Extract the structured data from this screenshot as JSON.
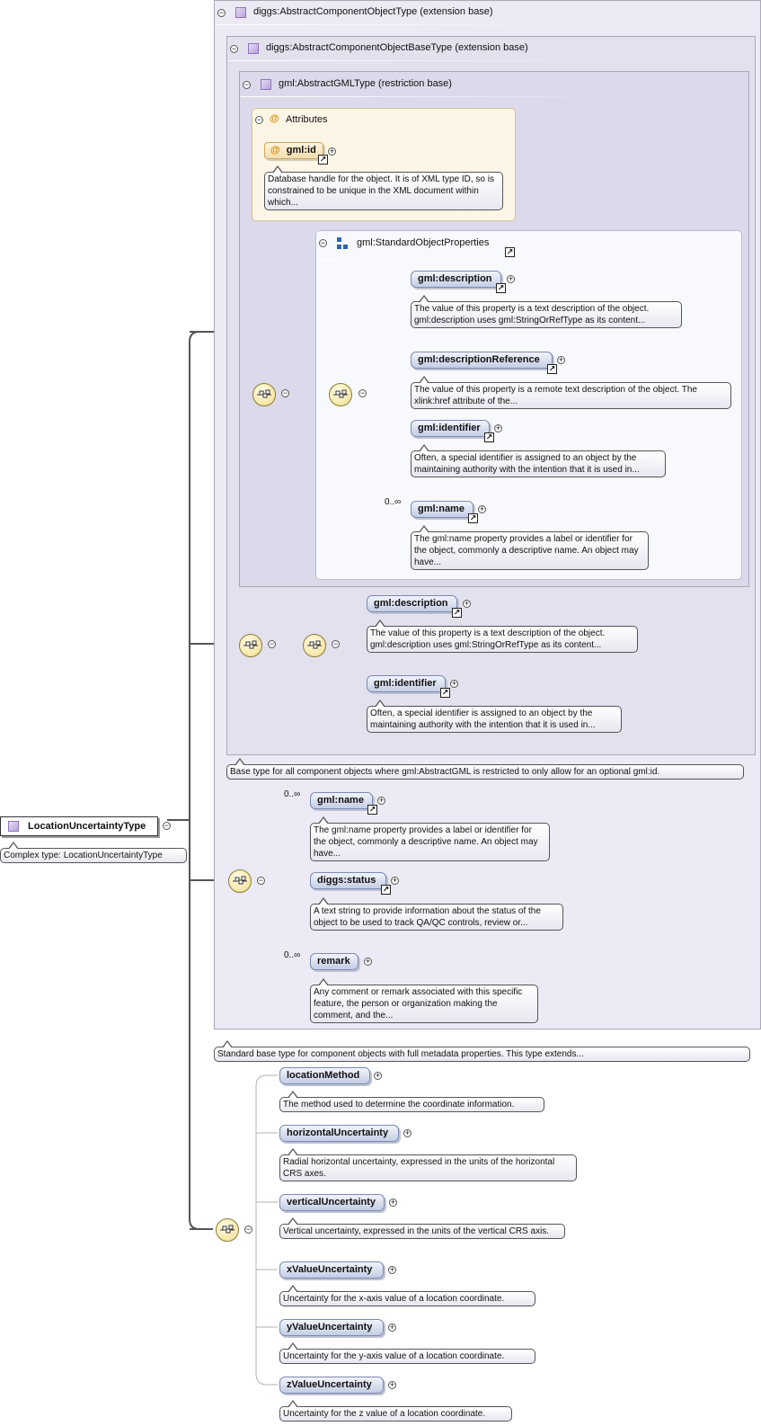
{
  "root": {
    "name": "LocationUncertaintyType",
    "doc": "Complex type: LocationUncertaintyType"
  },
  "ext1": {
    "title": "diggs:AbstractComponentObjectType (extension base)",
    "doc": "Standard base type for component objects with full metadata properties. This type extends..."
  },
  "ext2": {
    "title": "diggs:AbstractComponentObjectBaseType (extension base)",
    "doc": "Base type for all component objects where gml:AbstractGML is restricted to only allow for an optional gml:id."
  },
  "ext3": {
    "title": "gml:AbstractGMLType (restriction base)"
  },
  "attributes": {
    "title": "Attributes",
    "at_symbol": "@",
    "id": {
      "name": "gml:id",
      "doc": "Database handle for the object. It is of XML type ID, so is constrained to be unique in the XML document within which..."
    }
  },
  "std_props": {
    "title": "gml:StandardObjectProperties",
    "items": [
      {
        "name": "gml:description",
        "doc": "The value of this property is a text description of the object. gml:description uses gml:StringOrRefType as its content..."
      },
      {
        "name": "gml:descriptionReference",
        "doc": "The value of this property is a remote text description of the object. The xlink:href attribute of the..."
      },
      {
        "name": "gml:identifier",
        "doc": "Often, a special identifier is assigned to an object by the maintaining authority with the intention that it is used in..."
      },
      {
        "name": "gml:name",
        "cardinality": "0..∞",
        "doc": "The gml:name property provides a label or identifier for the object, commonly a descriptive name. An object may have..."
      }
    ]
  },
  "base_seq": {
    "items": [
      {
        "name": "gml:description",
        "doc": "The value of this property is a text description of the object. gml:description uses gml:StringOrRefType as its content..."
      },
      {
        "name": "gml:identifier",
        "doc": "Often, a special identifier is assigned to an object by the maintaining authority with the intention that it is used in..."
      }
    ]
  },
  "comp_seq": {
    "items": [
      {
        "name": "gml:name",
        "cardinality": "0..∞",
        "doc": "The gml:name property provides a label or identifier for the object, commonly a descriptive name. An object may have..."
      },
      {
        "name": "diggs:status",
        "doc": "A text string to provide information about the status of the object to be used to track QA/QC controls, review or..."
      },
      {
        "name": "remark",
        "cardinality": "0..∞",
        "doc": "Any comment or remark associated with this specific feature, the person or organization making the comment, and the..."
      }
    ]
  },
  "loc_seq": {
    "items": [
      {
        "name": "locationMethod",
        "doc": "The method used to determine the coordinate information."
      },
      {
        "name": "horizontalUncertainty",
        "doc": "Radial horizontal uncertainty, expressed in the units of the horizontal CRS axes."
      },
      {
        "name": "verticalUncertainty",
        "doc": "Vertical uncertainty, expressed in the units of the vertical CRS axis."
      },
      {
        "name": "xValueUncertainty",
        "doc": "Uncertainty for the x-axis value of a location coordinate."
      },
      {
        "name": "yValueUncertainty",
        "doc": "Uncertainty for the y-axis value of a location coordinate."
      },
      {
        "name": "zValueUncertainty",
        "doc": "Uncertainty for the z value of a location coordinate."
      }
    ]
  },
  "glyphs": {
    "minus": "−",
    "plus": "+",
    "ref": "↗"
  }
}
